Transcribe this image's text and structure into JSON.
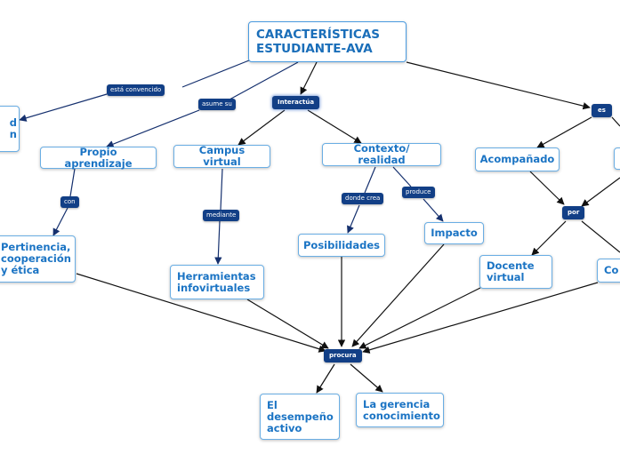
{
  "root": {
    "text": "CARACTERÍSTICAS\nESTUDIANTE-AVA"
  },
  "nodes": {
    "left_cut": "d\nn",
    "propio_aprendizaje": "Propio aprendizaje",
    "campus_virtual": "Campus virtual",
    "contexto_realidad": "Contexto/ realidad",
    "acompanado": "Acompañado",
    "pertinencia": "Pertinencia,\ncooperación\ny ética",
    "herramientas": "Herramientas\ninfovirtuales",
    "posibilidades": "Posibilidades",
    "impacto": "Impacto",
    "docente_virtual": "Docente\nvirtual",
    "com_cut": "Co",
    "desempeno": "El\ndesempeño\nactivo",
    "gerencia": "La gerencia\nconocimiento"
  },
  "links": {
    "esta_convencido": "está convencido",
    "asume_su": "asume su",
    "interactua": "Interactúa",
    "es": "es",
    "con": "con",
    "mediante": "mediante",
    "donde_crea": "donde crea",
    "produce": "produce",
    "por": "por",
    "procura": "procura"
  },
  "colors": {
    "node_text": "#1b74c4",
    "node_border": "#6aaee4",
    "pill_bg": "#123f86",
    "edge_dark": "#15306e",
    "edge_black": "#111111"
  }
}
